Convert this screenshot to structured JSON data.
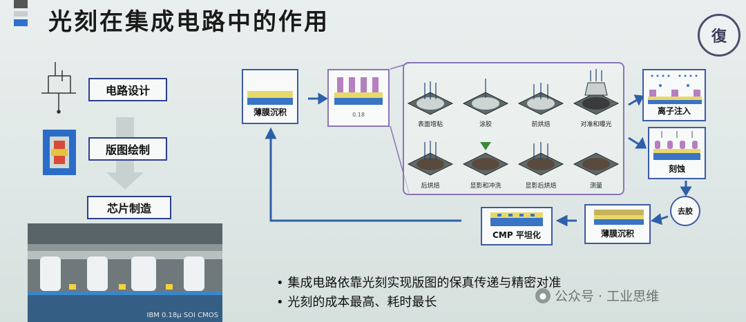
{
  "title": "光刻在集成电路中的作用",
  "logo": {
    "text": "復",
    "icon": "university-seal-icon"
  },
  "left_flow": {
    "steps": [
      "电路设计",
      "版图绘制",
      "芯片制造"
    ],
    "sem_caption": "IBM 0.18μ SOI CMOS"
  },
  "process": {
    "deposition_1": "薄膜沉积",
    "litho_box_caption": "0.18",
    "litho_steps": [
      "表面增粘",
      "涂胶",
      "前烘焙",
      "对准和曝光",
      "后烘焙",
      "显影和冲洗",
      "显影后烘焙",
      "测量"
    ],
    "ion_implant": "离子注入",
    "etch": "刻蚀",
    "strip": "去胶",
    "deposition_2": "薄膜沉积",
    "cmp": "CMP 平坦化"
  },
  "bullets": [
    "集成电路依靠光刻实现版图的保真传递与精密对准",
    "光刻的成本最高、耗时最长"
  ],
  "watermark": "公众号 · 工业思维",
  "colors": {
    "accent": "#2c3e8f",
    "frame": "#8a74b5",
    "arrow": "#2f5fa8",
    "resist": "#b57fc1",
    "film": "#e7d86c"
  }
}
